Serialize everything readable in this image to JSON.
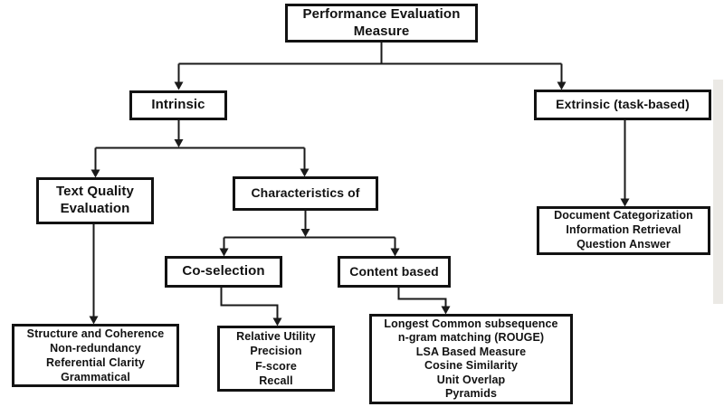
{
  "diagram": {
    "type": "tree",
    "title": "Performance Evaluation Measure",
    "colors": {
      "box_border": "#121212",
      "line": "#1a1a1a",
      "text": "#121212",
      "background": "#ffffff"
    },
    "nodes": {
      "root": {
        "label": "Performance Evaluation\nMeasure"
      },
      "intrinsic": {
        "label": "Intrinsic"
      },
      "extrinsic": {
        "label": "Extrinsic (task-based)"
      },
      "text_quality": {
        "label": "Text Quality\nEvaluation"
      },
      "characteristics": {
        "label": "Characteristics of"
      },
      "co_selection": {
        "label": "Co-selection"
      },
      "content_based": {
        "label": "Content based"
      },
      "text_quality_items": {
        "label": "Structure and Coherence\nNon-redundancy\nReferential Clarity\nGrammatical"
      },
      "co_selection_items": {
        "label": "Relative Utility\nPrecision\nF-score\nRecall"
      },
      "content_based_items": {
        "label": "Longest Common subsequence\nn-gram matching (ROUGE)\nLSA Based Measure\nCosine Similarity\nUnit Overlap\nPyramids"
      },
      "extrinsic_items": {
        "label": "Document Categorization\nInformation Retrieval\nQuestion Answer"
      }
    },
    "edges": [
      {
        "from": "root",
        "to": "intrinsic"
      },
      {
        "from": "root",
        "to": "extrinsic"
      },
      {
        "from": "intrinsic",
        "to": "text_quality"
      },
      {
        "from": "intrinsic",
        "to": "characteristics"
      },
      {
        "from": "characteristics",
        "to": "co_selection"
      },
      {
        "from": "characteristics",
        "to": "content_based"
      },
      {
        "from": "text_quality",
        "to": "text_quality_items"
      },
      {
        "from": "co_selection",
        "to": "co_selection_items"
      },
      {
        "from": "content_based",
        "to": "content_based_items"
      },
      {
        "from": "extrinsic",
        "to": "extrinsic_items"
      }
    ]
  }
}
